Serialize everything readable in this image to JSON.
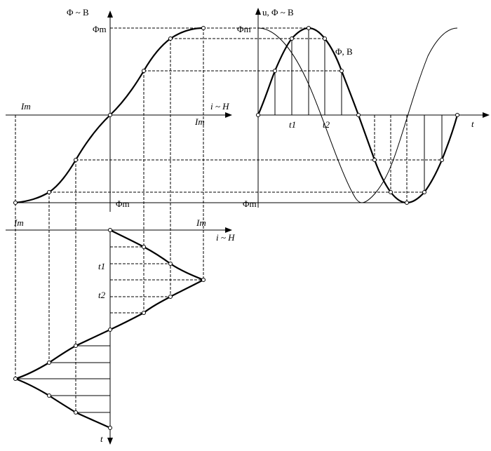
{
  "labels": {
    "phi_b_axis": "Φ ~ B",
    "phi_m_top": "Φm",
    "i_m_upper": "Im",
    "i_m_upper_right": "Im",
    "i_h_upper": "i ~ H",
    "phi_m_lower": "Φm",
    "i_m_lower": "Im",
    "i_m_lower_right": "Im",
    "i_h_lower": "i ~ H",
    "t1_lower": "t1",
    "t2_lower": "t2",
    "t_lower": "t",
    "u_phi_axis": "u, Φ ~ B",
    "phi_m_right": "Φm",
    "phi_b_curve": "Φ, B",
    "t1_right": "t1",
    "t2_right": "t2",
    "t_right": "t",
    "phi_m_right_lower": "Φm"
  }
}
